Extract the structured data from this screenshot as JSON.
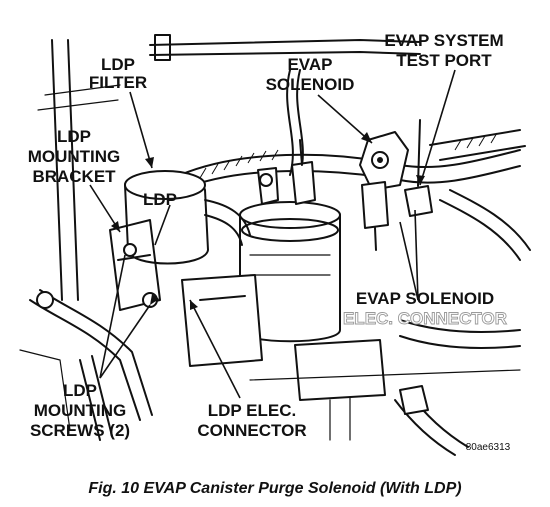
{
  "labels": {
    "ldp_filter": [
      "LDP",
      "FILTER"
    ],
    "evap_solenoid": [
      "EVAP",
      "SOLENOID"
    ],
    "evap_test_port": [
      "EVAP SYSTEM",
      "TEST PORT"
    ],
    "ldp_mounting_bracket": [
      "LDP",
      "MOUNTING",
      "BRACKET"
    ],
    "ldp": "LDP",
    "evap_solenoid_connector": [
      "EVAP SOLENOID",
      "ELEC. CONNECTOR"
    ],
    "ldp_mounting_screws": [
      "LDP",
      "MOUNTING",
      "SCREWS (2)"
    ],
    "ldp_elec_connector": [
      "LDP ELEC.",
      "CONNECTOR"
    ]
  },
  "part_number": "80ae6313",
  "caption": "Fig. 10 EVAP Canister Purge Solenoid (With LDP)"
}
